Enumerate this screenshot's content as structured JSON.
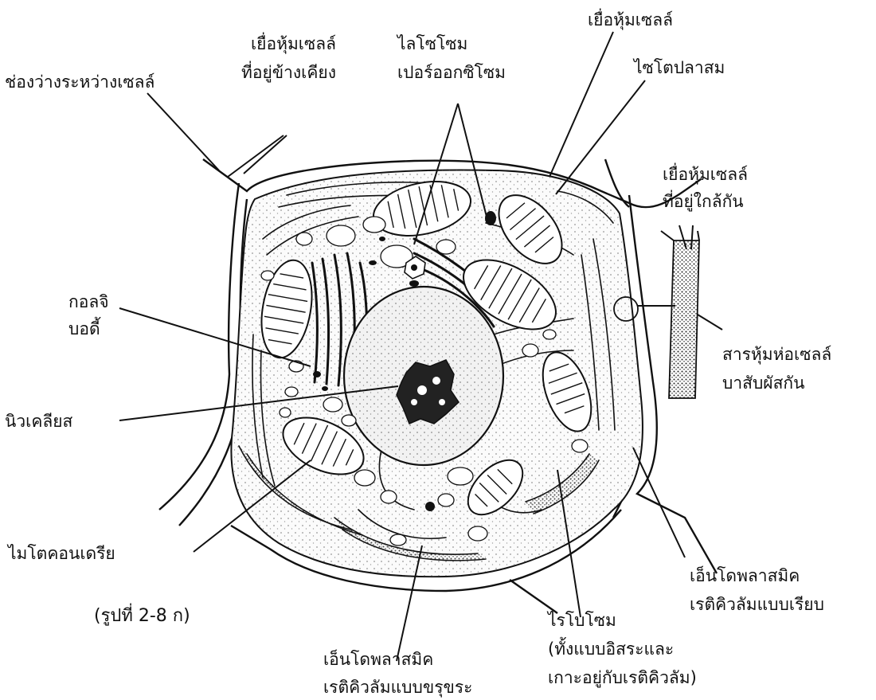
{
  "labels": {
    "intercellular_space": "ช่องว่างระหว่างเซลล์",
    "adjacent_membrane_1": "เยื่อหุ้มเซลล์",
    "adjacent_membrane_2": "ที่อยู่ข้างเคียง",
    "lysosome": "ไลโซโซม",
    "peroxisome": "เปอร์ออกซิโซม",
    "cell_membrane_top": "เยื่อหุ้มเซลล์",
    "cytoplasm": "ไซโตปลาสม",
    "neighbor_membrane_1": "เยื่อหุ้มเซลล์",
    "neighbor_membrane_2": "ที่อยู่ใกล้กัน",
    "golgi_1": "กอลจิ",
    "golgi_2": "บอดี้",
    "matrix_1": "สารหุ้มห่อเซลล์",
    "matrix_2": "บาสับผัสกัน",
    "nucleus": "นิวเคลียส",
    "mitochondria": "ไมโตคอนเดรีย",
    "smooth_er_1": "เอ็นโดพลาสมิค",
    "smooth_er_2": "เรติคิวลัมแบบเรียบ",
    "ribosome_1": "ไรโบโซม",
    "ribosome_2": "(ทั้งแบบอิสระและ",
    "ribosome_3": "เกาะอยู่กับเรติคิวลัม)",
    "rough_er_1": "เอ็นโดพลาสมิค",
    "rough_er_2": "เรติคิวลัมแบบขรุขระ",
    "figure_caption": "(รูปที่ 2-8 ก)"
  }
}
